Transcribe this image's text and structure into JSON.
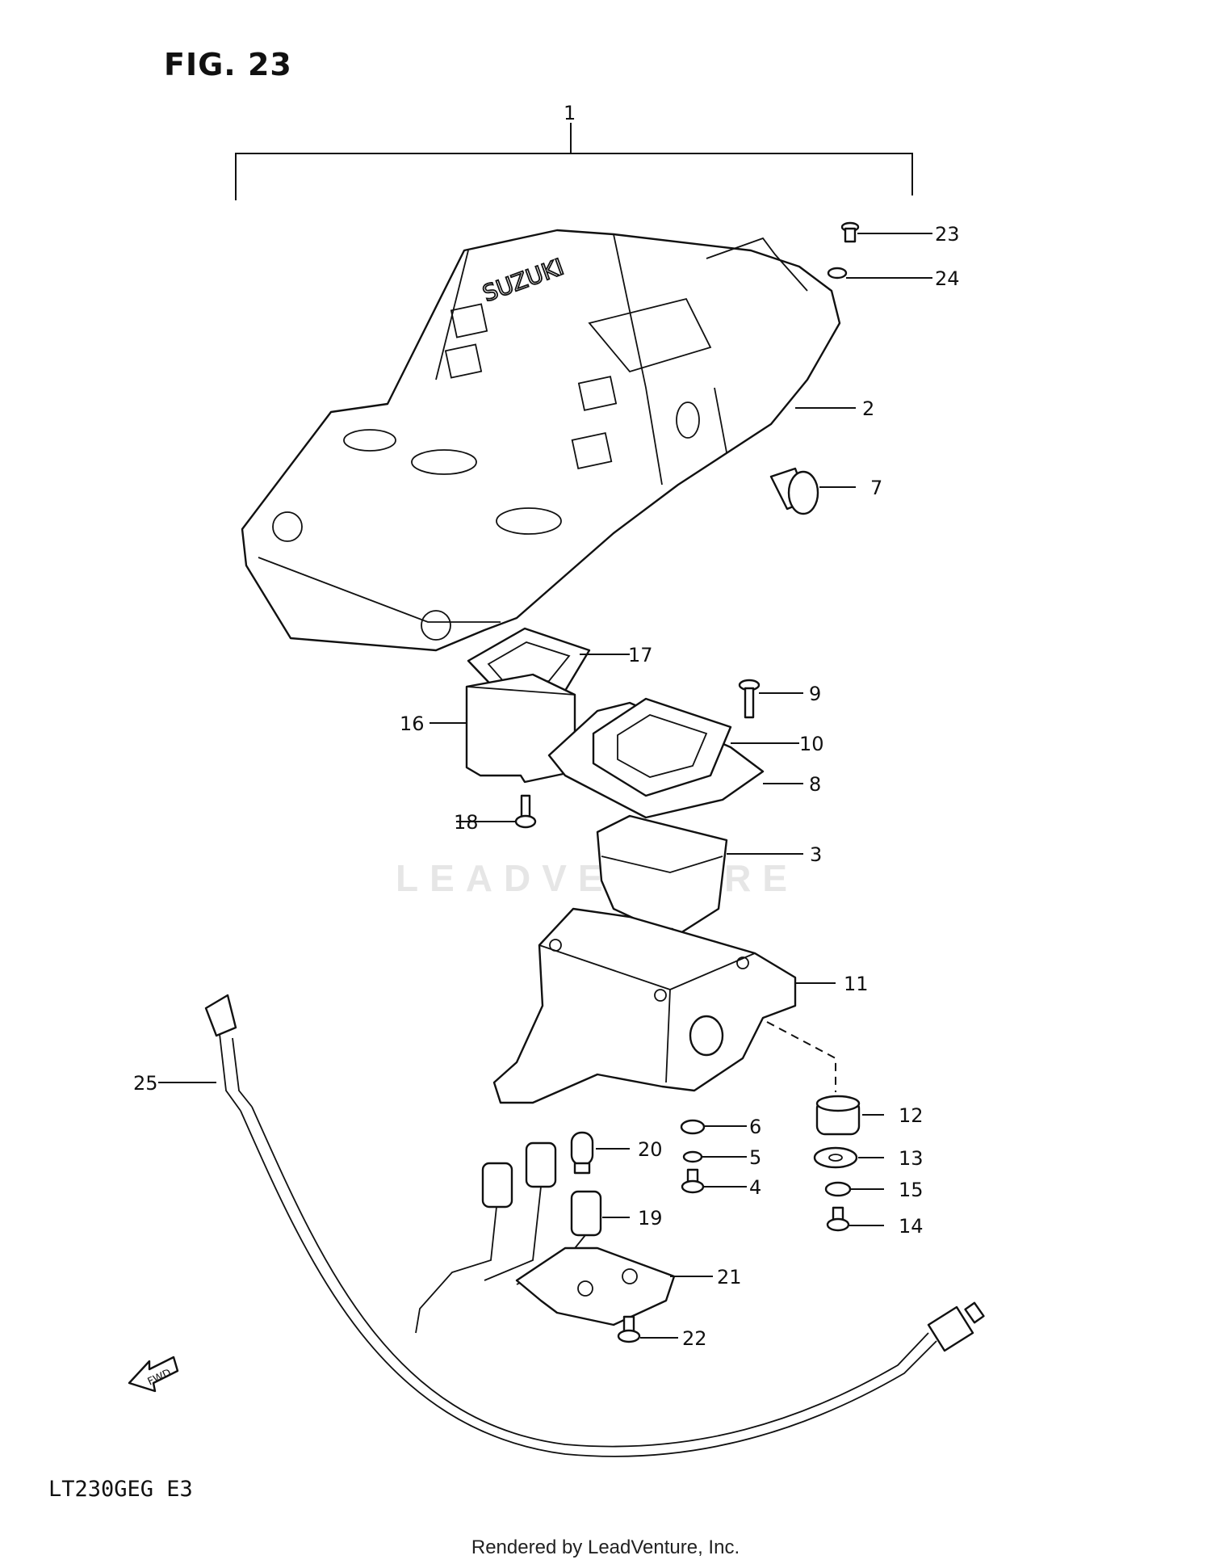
{
  "figure_title": "FIG. 23",
  "model_code": "LT230GEG  E3",
  "footer": "Rendered by LeadVenture, Inc.",
  "watermark": "LEADVENTURE",
  "cover_logo": "SUZUKI",
  "fwd_arrow_label": "FWD",
  "callouts": [
    "1",
    "2",
    "3",
    "4",
    "5",
    "6",
    "7",
    "8",
    "9",
    "10",
    "11",
    "12",
    "13",
    "14",
    "15",
    "16",
    "17",
    "18",
    "19",
    "20",
    "21",
    "22",
    "23",
    "24",
    "25"
  ]
}
